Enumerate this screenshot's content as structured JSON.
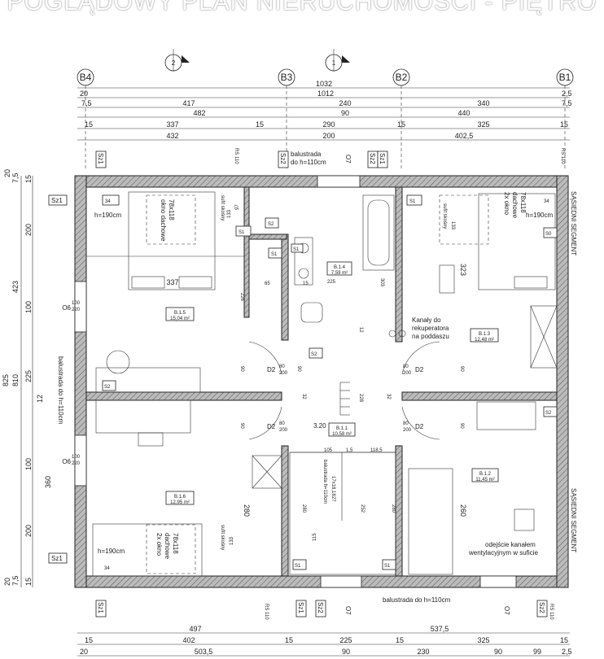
{
  "title": "POGLĄDOWY PLAN NIERUCHOMOŚCI - PIĘTRO",
  "axes": [
    "B4",
    "B3",
    "B2",
    "B1"
  ],
  "section_marks": [
    "2",
    "1"
  ],
  "dims_top": {
    "total": "1032",
    "r1": "20",
    "r1b": "1012",
    "r1c": "2,5",
    "r2a": "7,5",
    "r2b": "417",
    "r2c": "240",
    "r2d": "340",
    "r2e": "7,5",
    "r3a": "482",
    "r3b": "90",
    "r3c": "440",
    "r4a": "15",
    "r4b": "337",
    "r4c": "15",
    "r4d": "290",
    "r4e": "15",
    "r4f": "325",
    "r4g": "15",
    "r5a": "432",
    "r5b": "200",
    "r5c": "402,5"
  },
  "dims_bottom": {
    "a": "497",
    "b": "537,5",
    "c": "15",
    "d": "402",
    "e": "15",
    "f": "225",
    "g": "15",
    "h": "325",
    "i": "15",
    "j": "20",
    "k": "503,5",
    "l": "90",
    "m": "230",
    "n": "90",
    "o": "99",
    "p": "2,5"
  },
  "dims_left": {
    "a": "20",
    "b": "7,5",
    "c": "15",
    "d": "200",
    "e": "423",
    "f": "100",
    "g": "225",
    "h": "810",
    "i": "825",
    "j": "12",
    "k": "100",
    "l": "360",
    "m": "200",
    "n": "7,5",
    "o": "20",
    "p": "15"
  },
  "labels": {
    "balustrada_top": "balustrada",
    "balustrada_top2": "do h=110cm",
    "balustrada_left": "balustrada do h=110cm",
    "balustrada_bottom": "balustrada do h=110cm",
    "balustrada_stair": "balustrada h=110cm",
    "kanaly1": "Kanały do",
    "kanaly2": "rekuperatora",
    "kanaly3": "na poddaszu",
    "odejscie1": "odejście kanałem",
    "odejscie2": "wentylacyjnym w suficie",
    "sasiedni": "SĄSIEDNI SEGMENT",
    "sufit": "sufit skośny",
    "okno1": "okno dachowe",
    "okno2": "78x118",
    "okno2x1": "2x okno",
    "okno2x2": "dachowe",
    "okno2x3": "78x118",
    "h190": "h=190cm",
    "rs": "RS 110",
    "o7": "O7",
    "o6": "O6",
    "o6v1": "100",
    "o6v2": "220",
    "sz1": "Sz1",
    "sz2": "Sz2",
    "s0": "S0",
    "s1": "S1",
    "s2": "S2",
    "d2": "D2",
    "d2a": "80",
    "d2b": "200",
    "stairs": "17x18,18",
    "stairs2": "27"
  },
  "rooms": [
    {
      "id": "B.1.5",
      "area": "15,04 m²"
    },
    {
      "id": "B.1.4",
      "area": "7,59 m²"
    },
    {
      "id": "B.1.3",
      "area": "12,48 m²"
    },
    {
      "id": "B.1.6",
      "area": "12,95 m²"
    },
    {
      "id": "B.1.1",
      "area": "10,58 m²"
    },
    {
      "id": "B.1.2",
      "area": "11,45 m²"
    }
  ],
  "inner_dims": {
    "a": "34",
    "b": "133",
    "c": "97",
    "d": "337",
    "e": "65",
    "f": "15",
    "g": "225",
    "h": "303",
    "i": "323",
    "j": "226",
    "k": "90",
    "l": "32",
    "m": "3.20",
    "n": "105",
    "o": "1,5",
    "p": "118,5",
    "q": "280",
    "r": "252",
    "s": "260",
    "t": "115",
    "u": "228",
    "v": "12"
  }
}
